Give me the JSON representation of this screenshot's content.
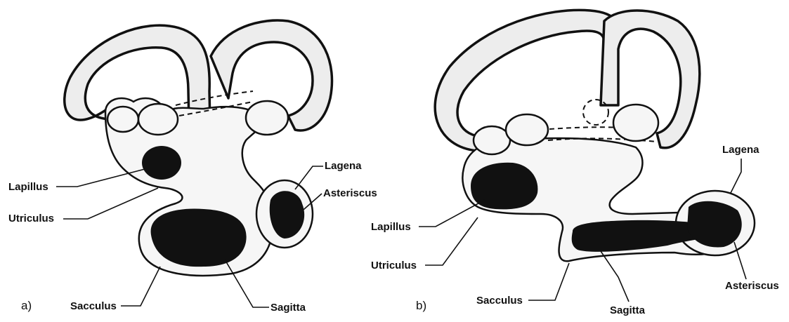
{
  "panel_a": {
    "tag": "a)",
    "labels": {
      "lapillus": "Lapillus",
      "utriculus": "Utriculus",
      "sacculus": "Sacculus",
      "sagitta": "Sagitta",
      "lagena": "Lagena",
      "asteriscus": "Asteriscus"
    }
  },
  "panel_b": {
    "tag": "b)",
    "labels": {
      "lapillus": "Lapillus",
      "utriculus": "Utriculus",
      "sacculus": "Sacculus",
      "sagitta": "Sagitta",
      "lagena": "Lagena",
      "asteriscus": "Asteriscus"
    }
  }
}
